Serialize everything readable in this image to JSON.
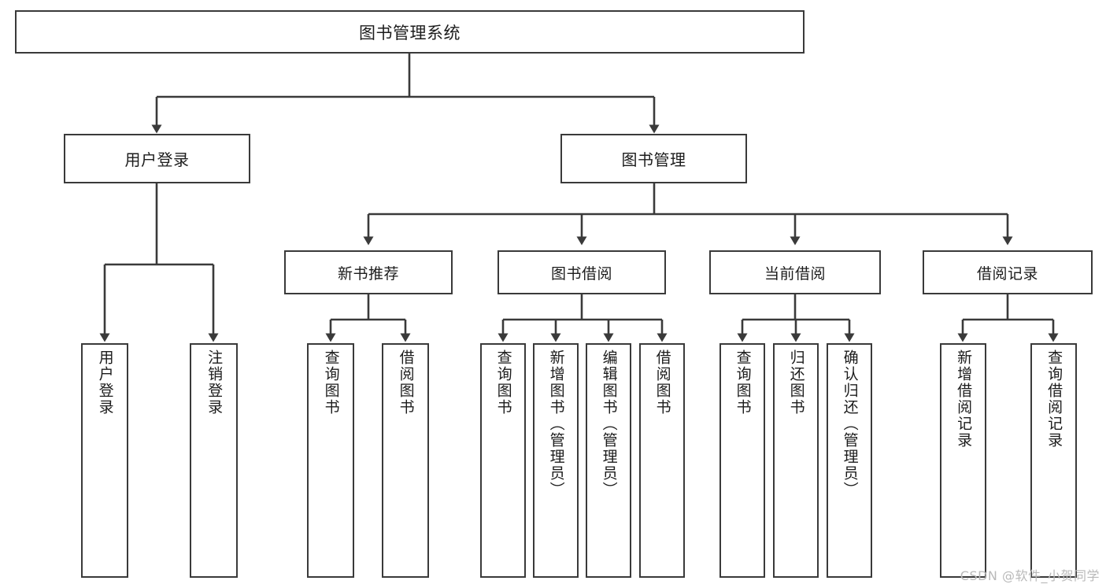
{
  "diagram": {
    "title": "图书管理系统",
    "type": "tree",
    "orientation": "top-down",
    "line_color": "#3a3a3a",
    "box_border_color": "#3a3a3a",
    "box_fill_color": "#ffffff",
    "background_color": "#ffffff",
    "watermark": "CSDN @软件_小贺同学"
  },
  "nodes": {
    "root": {
      "label": "图书管理系统"
    },
    "level2": [
      {
        "label": "用户登录"
      },
      {
        "label": "图书管理"
      }
    ],
    "level3": [
      {
        "label": "新书推荐"
      },
      {
        "label": "图书借阅"
      },
      {
        "label": "当前借阅"
      },
      {
        "label": "借阅记录"
      }
    ],
    "leaves": {
      "user_login": [
        {
          "label": "用户登录"
        },
        {
          "label": "注销登录"
        }
      ],
      "new_book_recommend": [
        {
          "label": "查询图书"
        },
        {
          "label": "借阅图书"
        }
      ],
      "book_borrow": [
        {
          "label": "查询图书"
        },
        {
          "label": "新增图书（管理员）"
        },
        {
          "label": "编辑图书（管理员）"
        },
        {
          "label": "借阅图书"
        }
      ],
      "current_borrow": [
        {
          "label": "查询图书"
        },
        {
          "label": "归还图书"
        },
        {
          "label": "确认归还（管理员）"
        }
      ],
      "borrow_record": [
        {
          "label": "新增借阅记录"
        },
        {
          "label": "查询借阅记录"
        }
      ]
    }
  }
}
